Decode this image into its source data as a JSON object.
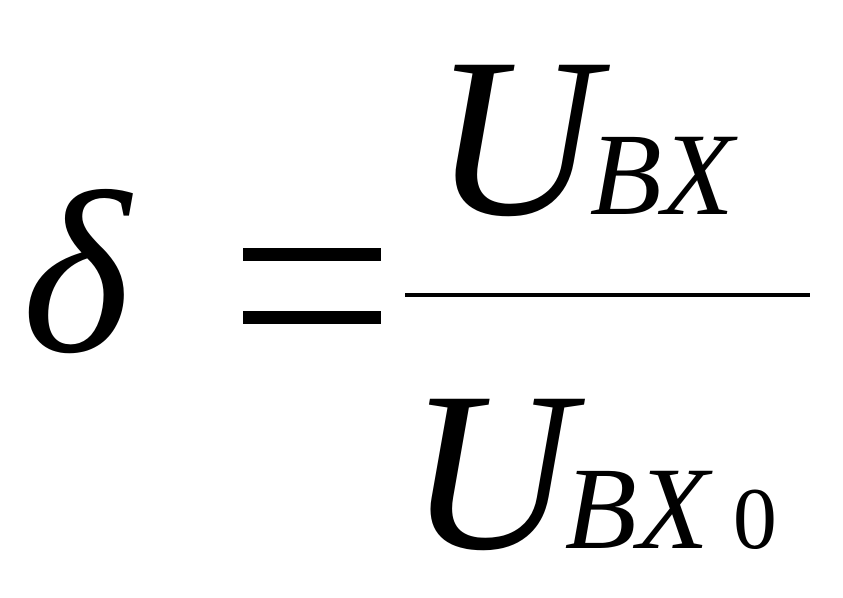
{
  "formula": {
    "lhs_symbol": "δ",
    "equals_sign": "=",
    "numerator": {
      "main": "U",
      "subscript": "BX"
    },
    "denominator": {
      "main": "U",
      "subscript": "BX",
      "index": "0"
    }
  }
}
